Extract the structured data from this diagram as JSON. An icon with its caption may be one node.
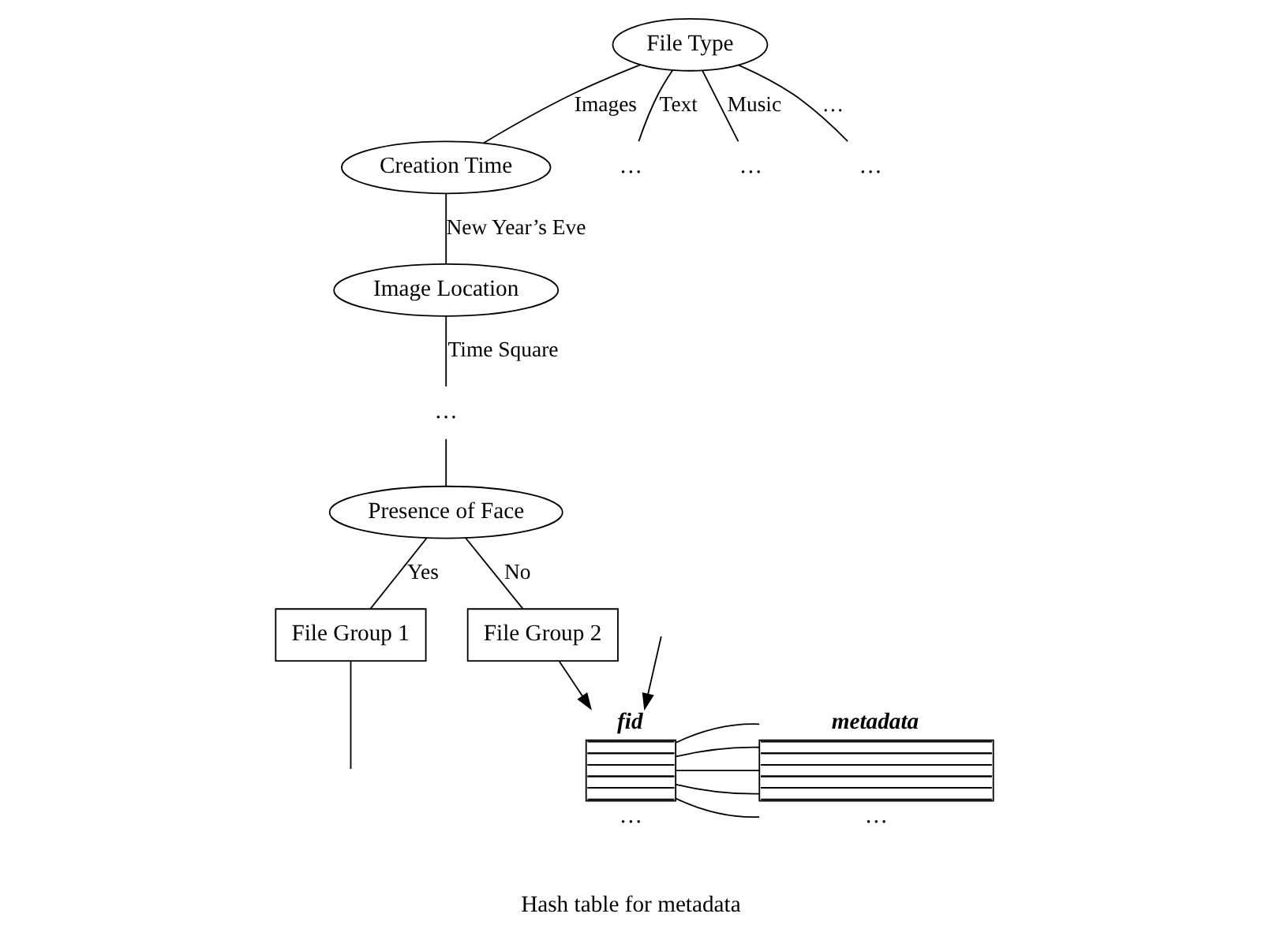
{
  "diagram": {
    "nodes": [
      {
        "text": [
          "File Type"
        ]
      },
      {
        "text": [
          "Creation Time"
        ]
      },
      {
        "text": [
          "…"
        ]
      },
      {
        "text": [
          "…"
        ]
      },
      {
        "text": [
          "…"
        ]
      },
      {
        "text": [
          "Image Location"
        ]
      },
      {
        "text": [
          "…"
        ]
      },
      {
        "text": [
          "Presence of Face"
        ]
      },
      {
        "text": [
          "File Group 1"
        ]
      },
      {
        "text": [
          "File Group 2"
        ]
      },
      {
        "text": [
          "fid"
        ],
        "beside": [
          "…"
        ]
      },
      {
        "text": [
          "metadata"
        ],
        "beside": [
          "…"
        ]
      }
    ],
    "edges": [
      {
        "from": 0,
        "to": 1,
        "arrow": "none",
        "label": "Images"
      },
      {
        "from": 0,
        "to": 2,
        "arrow": "none",
        "label": "Text"
      },
      {
        "from": 0,
        "to": 3,
        "arrow": "none",
        "label": "Music"
      },
      {
        "from": 0,
        "to": 4,
        "arrow": "none",
        "label": "…"
      },
      {
        "from": 1,
        "to": 5,
        "arrow": "none",
        "label": "New Year’s Eve"
      },
      {
        "from": 5,
        "to": 6,
        "arrow": "none",
        "label": "Time Square"
      },
      {
        "from": 6,
        "to": 7,
        "arrow": "none"
      },
      {
        "from": 7,
        "to": 8,
        "arrow": "none",
        "label": "Yes"
      },
      {
        "from": 7,
        "to": 9,
        "arrow": "none",
        "label": "No"
      },
      {
        "from": 9,
        "to": 10,
        "arrow": "to"
      },
      {
        "from": null,
        "to": 10,
        "arrow": "to"
      },
      {
        "from": 8,
        "to": null,
        "arrow": "none"
      },
      {
        "from": 10,
        "to": 11,
        "arrow": "none"
      },
      {
        "from": 10,
        "to": 11,
        "arrow": "none"
      },
      {
        "from": 10,
        "to": 11,
        "arrow": "none"
      },
      {
        "from": 10,
        "to": 11,
        "arrow": "none"
      },
      {
        "from": 10,
        "to": 11,
        "arrow": "none"
      }
    ],
    "labels": [
      "Hash table for metadata"
    ]
  }
}
